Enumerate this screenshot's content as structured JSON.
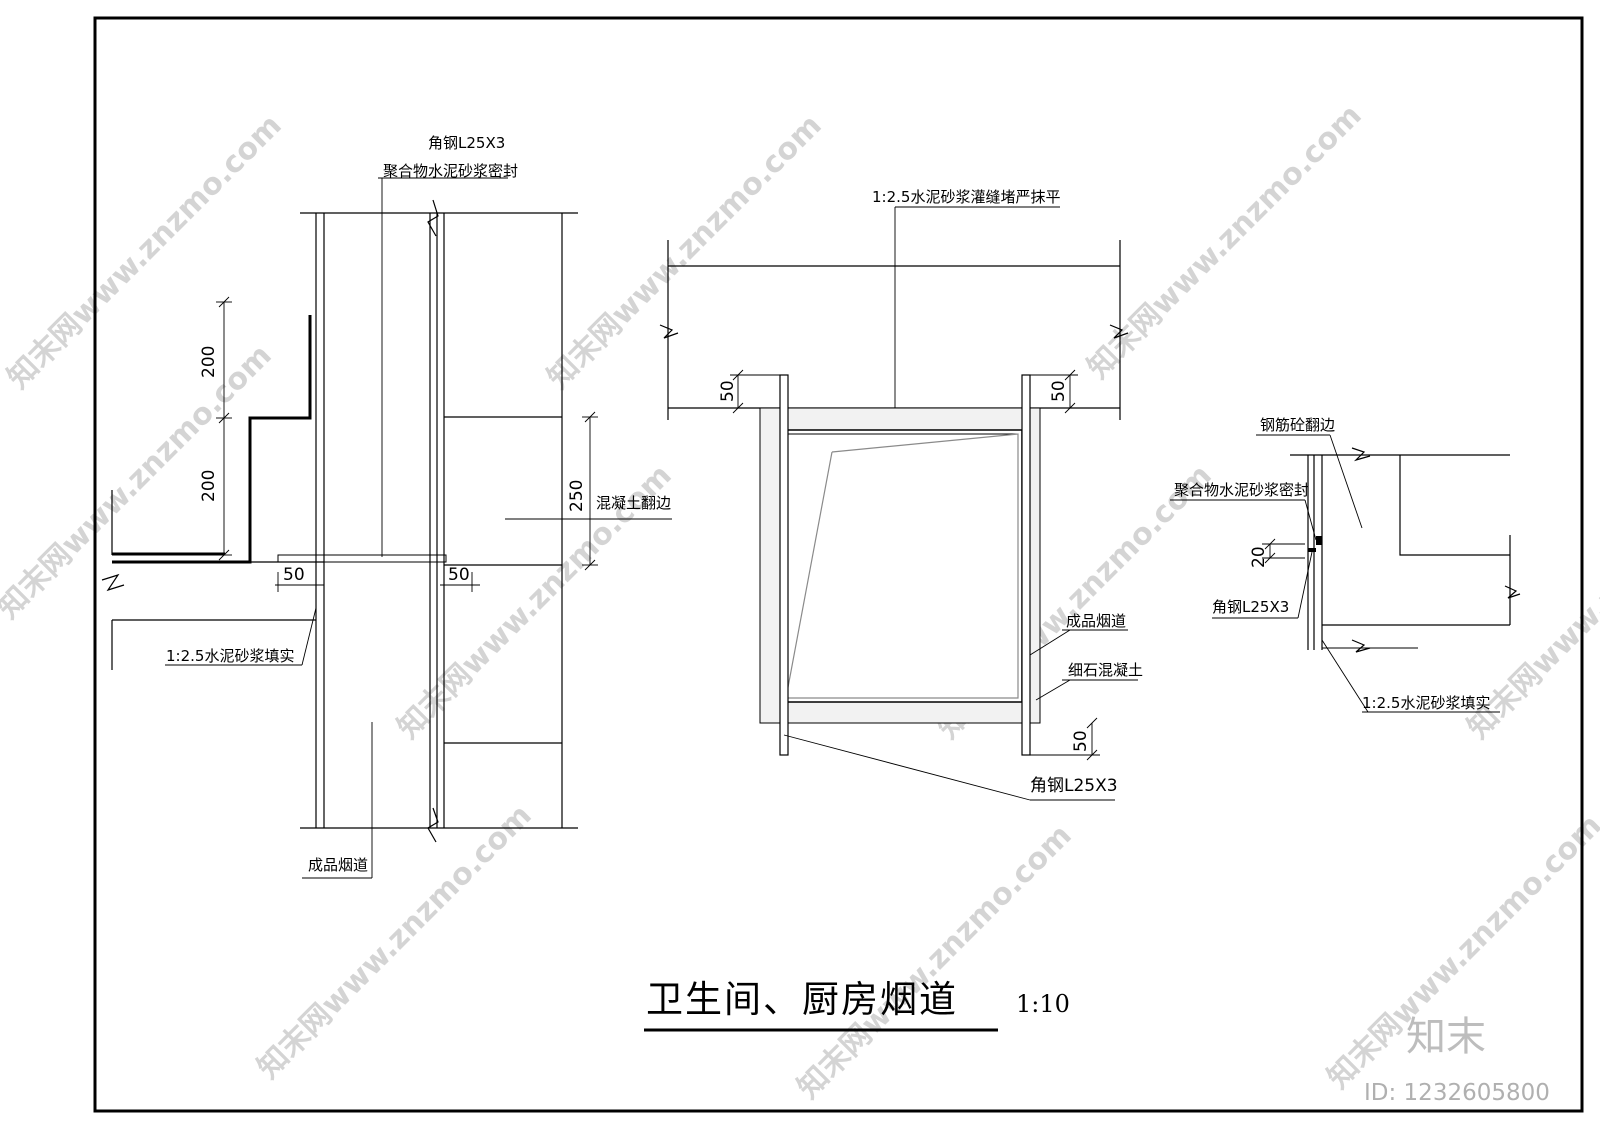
{
  "title": "卫生间、厨房烟道",
  "scale": "1:10",
  "watermark": "知末网www.znzmo.com",
  "brand": "知末",
  "id_label": "ID: 1232605800",
  "left_detail": {
    "label_angle_steel": "角钢L25X3",
    "label_polymer_seal": "聚合物水泥砂浆密封",
    "label_concrete_curb": "混凝土翻边",
    "label_mortar_fill": "1:2.5水泥砂浆填实",
    "label_flue": "成品烟道",
    "dim_200_upper": "200",
    "dim_200_lower": "200",
    "dim_250": "250",
    "dim_50_left": "50",
    "dim_50_right": "50"
  },
  "middle_detail": {
    "label_mortar_grout": "1:2.5水泥砂浆灌缝堵严抹平",
    "label_flue": "成品烟道",
    "label_fine_concrete": "细石混凝土",
    "label_angle_steel": "角钢L25X3",
    "dim_50_top_left": "50",
    "dim_50_top_right": "50",
    "dim_50_bottom": "50"
  },
  "right_detail": {
    "label_rc_curb": "钢筋砼翻边",
    "label_polymer_seal": "聚合物水泥砂浆密封",
    "label_angle_steel": "角钢L25X3",
    "label_mortar_fill": "1:2.5水泥砂浆填实",
    "dim_20": "20"
  }
}
